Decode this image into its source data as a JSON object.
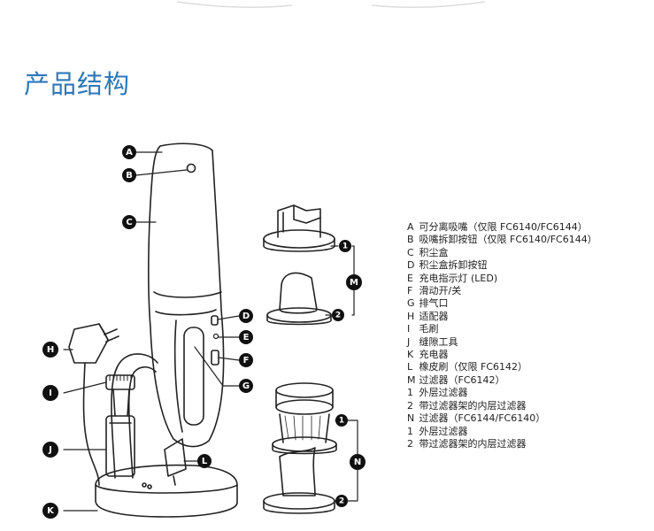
{
  "header": {
    "title": "产品结构"
  },
  "callouts": {
    "A": "A",
    "B": "B",
    "C": "C",
    "D": "D",
    "E": "E",
    "F": "F",
    "G": "G",
    "H": "H",
    "I": "I",
    "J": "J",
    "K": "K",
    "L": "L",
    "M": "M",
    "N": "N",
    "m1": "1",
    "m2": "2",
    "n1": "1",
    "n2": "2"
  },
  "legend": [
    {
      "key": "A",
      "text": "可分离吸嘴（仅限 FC6140/FC6144）"
    },
    {
      "key": "B",
      "text": "吸嘴拆卸按钮（仅限 FC6140/FC6144）"
    },
    {
      "key": "C",
      "text": "积尘盒"
    },
    {
      "key": "D",
      "text": "积尘盒拆卸按钮"
    },
    {
      "key": "E",
      "text": "充电指示灯 (LED)"
    },
    {
      "key": "F",
      "text": "滑动开/关"
    },
    {
      "key": "G",
      "text": "排气口"
    },
    {
      "key": "H",
      "text": "适配器"
    },
    {
      "key": "I",
      "text": "毛刷"
    },
    {
      "key": "J",
      "text": "缝隙工具"
    },
    {
      "key": "K",
      "text": "充电器"
    },
    {
      "key": "L",
      "text": "橡皮刷（仅限 FC6142）"
    },
    {
      "key": "M",
      "text": "过滤器（FC6142）"
    },
    {
      "key": "1",
      "text": "外层过滤器"
    },
    {
      "key": "2",
      "text": "带过滤器架的内层过滤器"
    },
    {
      "key": "N",
      "text": "过滤器（FC6144/FC6140）"
    },
    {
      "key": "1",
      "text": "外层过滤器"
    },
    {
      "key": "2",
      "text": "带过滤器架的内层过滤器"
    }
  ],
  "colors": {
    "title": "#2d78b8",
    "line": "#222222",
    "callout_fill": "#111111",
    "callout_text": "#ffffff"
  }
}
